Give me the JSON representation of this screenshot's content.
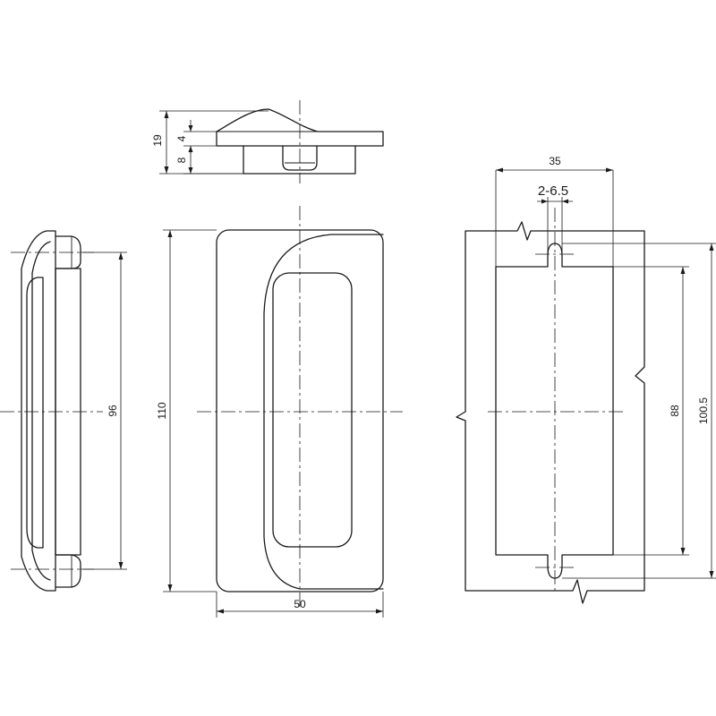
{
  "dimensions": {
    "top_overall": "19",
    "top_flange": "4",
    "top_body": "8",
    "side_pitch": "96",
    "front_height": "110",
    "front_width": "50",
    "cutout_width": "35",
    "holes": "2-6.5",
    "hole_pitch": "88",
    "cutout_height": "100.5"
  }
}
